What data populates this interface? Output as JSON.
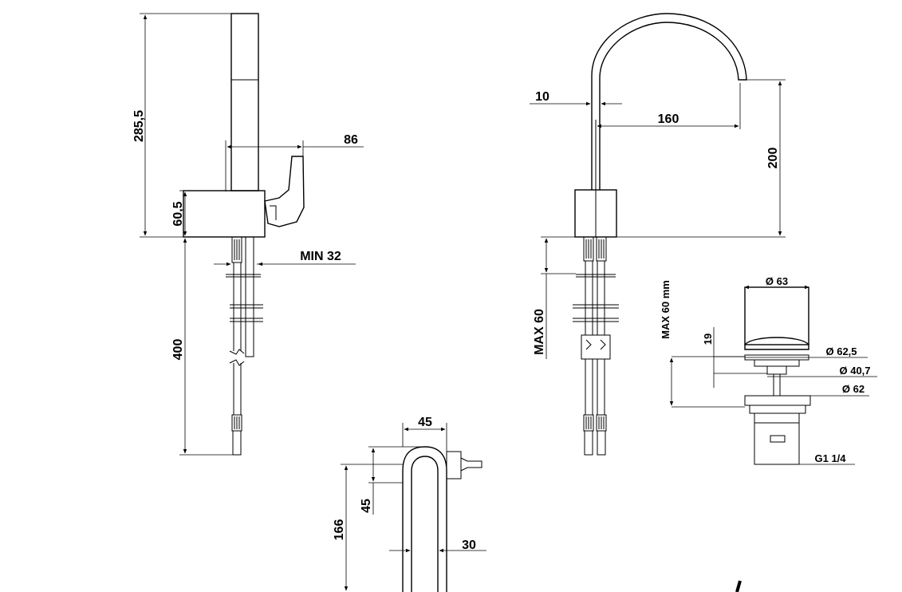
{
  "side_view": {
    "dim_height_total": "285,5",
    "dim_lever_offset": "86",
    "dim_body_height": "60,5",
    "dim_min_thickness": "MIN 32",
    "dim_hose_length": "400"
  },
  "front_view": {
    "dim_spout_thickness": "10",
    "dim_reach": "160",
    "dim_spout_height": "200",
    "dim_max_thickness": "MAX 60"
  },
  "top_view": {
    "dim_width": "45",
    "dim_depth": "45",
    "dim_length": "166",
    "dim_spout_width": "30"
  },
  "waste_view": {
    "dim_max_thickness": "MAX 60 mm",
    "dim_cap_height": "19",
    "dim_cap_diameter": "Ø 63",
    "dim_flange_diameter": "Ø 62,5",
    "dim_stem_diameter": "Ø 40,7",
    "dim_base_diameter": "Ø 62",
    "dim_thread": "G1 1/4"
  }
}
